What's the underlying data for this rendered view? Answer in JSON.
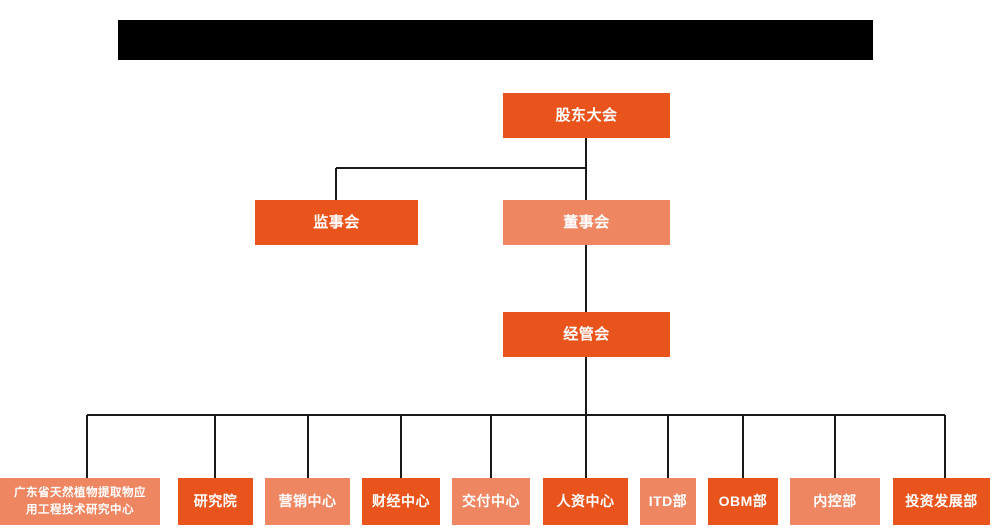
{
  "page": {
    "type": "organization-chart",
    "background_color": "#ffffff",
    "colors": {
      "primary_orange": "#E8541C",
      "secondary_orange": "#EE8661",
      "connector_line": "#1a1a1a",
      "redaction": "#000000",
      "node_text": "#ffffff"
    }
  },
  "header": {
    "redaction_bar": {
      "label": "",
      "color": "#000000"
    }
  },
  "chart_data": {
    "type": "diagram",
    "title": "",
    "levels": [
      {
        "level": 1,
        "nodes": [
          {
            "id": "shareholders",
            "label": "股东大会",
            "color": "#E8541C",
            "shade": "dark"
          }
        ]
      },
      {
        "level": 2,
        "nodes": [
          {
            "id": "supervisors",
            "label": "监事会",
            "color": "#E8541C",
            "shade": "dark"
          },
          {
            "id": "directors",
            "label": "董事会",
            "color": "#EE8661",
            "shade": "light"
          }
        ]
      },
      {
        "level": 3,
        "nodes": [
          {
            "id": "management",
            "label": "经管会",
            "color": "#E8541C",
            "shade": "dark"
          }
        ]
      },
      {
        "level": 4,
        "nodes": [
          {
            "id": "dept-1",
            "label": "广东省天然植物提取物应\n用工程技术研究中心",
            "color": "#EE8661",
            "shade": "light"
          },
          {
            "id": "dept-2",
            "label": "研究院",
            "color": "#E8541C",
            "shade": "dark"
          },
          {
            "id": "dept-3",
            "label": "营销中心",
            "color": "#EE8661",
            "shade": "light"
          },
          {
            "id": "dept-4",
            "label": "财经中心",
            "color": "#E8541C",
            "shade": "dark"
          },
          {
            "id": "dept-5",
            "label": "交付中心",
            "color": "#EE8661",
            "shade": "light"
          },
          {
            "id": "dept-6",
            "label": "人资中心",
            "color": "#E8541C",
            "shade": "dark"
          },
          {
            "id": "dept-7",
            "label": "ITD部",
            "color": "#EE8661",
            "shade": "light"
          },
          {
            "id": "dept-8",
            "label": "OBM部",
            "color": "#E8541C",
            "shade": "dark"
          },
          {
            "id": "dept-9",
            "label": "内控部",
            "color": "#EE8661",
            "shade": "light"
          },
          {
            "id": "dept-10",
            "label": "投资发展部",
            "color": "#E8541C",
            "shade": "dark"
          }
        ]
      }
    ],
    "edges": [
      {
        "from": "shareholders",
        "to": "supervisors"
      },
      {
        "from": "shareholders",
        "to": "directors"
      },
      {
        "from": "directors",
        "to": "management"
      },
      {
        "from": "management",
        "to": "dept-1"
      },
      {
        "from": "management",
        "to": "dept-2"
      },
      {
        "from": "management",
        "to": "dept-3"
      },
      {
        "from": "management",
        "to": "dept-4"
      },
      {
        "from": "management",
        "to": "dept-5"
      },
      {
        "from": "management",
        "to": "dept-6"
      },
      {
        "from": "management",
        "to": "dept-7"
      },
      {
        "from": "management",
        "to": "dept-8"
      },
      {
        "from": "management",
        "to": "dept-9"
      },
      {
        "from": "management",
        "to": "dept-10"
      }
    ]
  }
}
